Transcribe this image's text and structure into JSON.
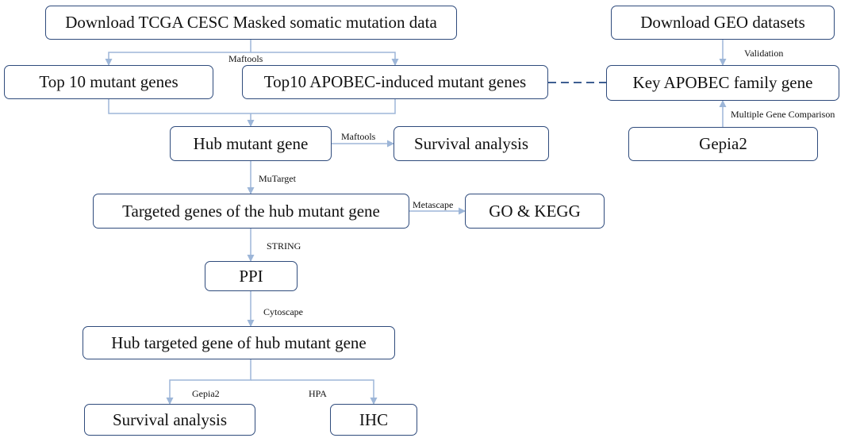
{
  "nodes": {
    "download_tcga": "Download TCGA CESC Masked somatic mutation data",
    "top10_mutant": "Top 10 mutant genes",
    "top10_apobec": "Top10 APOBEC-induced mutant genes",
    "hub_mutant": "Hub mutant gene",
    "survival_1": "Survival analysis",
    "targeted_genes": "Targeted genes of the hub mutant gene",
    "go_kegg": "GO & KEGG",
    "ppi": "PPI",
    "hub_targeted": "Hub targeted gene of hub mutant gene",
    "survival_2": "Survival analysis",
    "ihc": "IHC",
    "download_geo": "Download GEO datasets",
    "key_apobec": "Key APOBEC family gene",
    "gepia2_box": "Gepia2"
  },
  "edge_labels": {
    "maftools_1": "Maftools",
    "maftools_2": "Maftools",
    "mutarget": "MuTarget",
    "metascape": "Metascape",
    "string": "STRING",
    "cytoscape": "Cytoscape",
    "gepia2": "Gepia2",
    "hpa": "HPA",
    "validation": "Validation",
    "multiple_gene_comparison": "Multiple Gene Comparison"
  },
  "colors": {
    "box_border": "#2f4b7c",
    "connector": "#9db6d8",
    "dashed_link": "#3e5f92"
  }
}
